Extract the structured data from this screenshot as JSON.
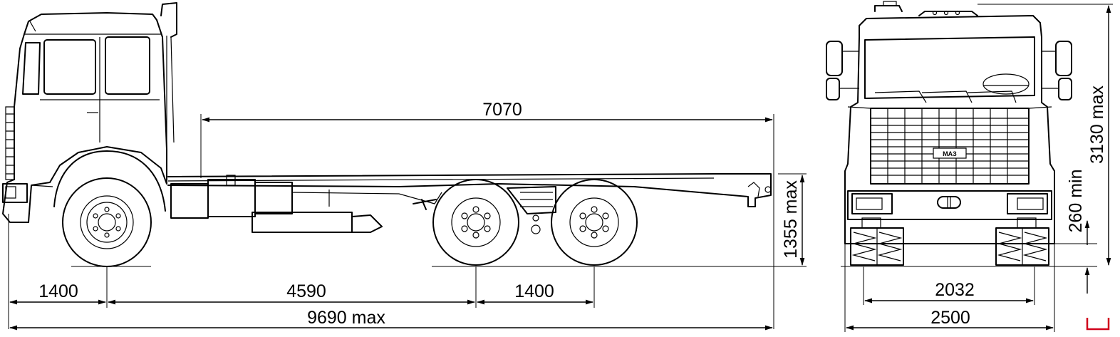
{
  "drawing": {
    "side_view": {
      "wheel_front_overhang": "1400",
      "wheelbase": "4590",
      "bogie_spacing": "1400",
      "overall_length": "9690 max",
      "frame_length": "7070",
      "frame_height": "1355 max"
    },
    "front_view": {
      "overall_height": "3130 max",
      "ground_clearance": "260 min",
      "track_width": "2032",
      "overall_width": "2500"
    },
    "badge_text": "МАЗ",
    "line_color": "#000000",
    "marker_color": "#d0021b"
  }
}
